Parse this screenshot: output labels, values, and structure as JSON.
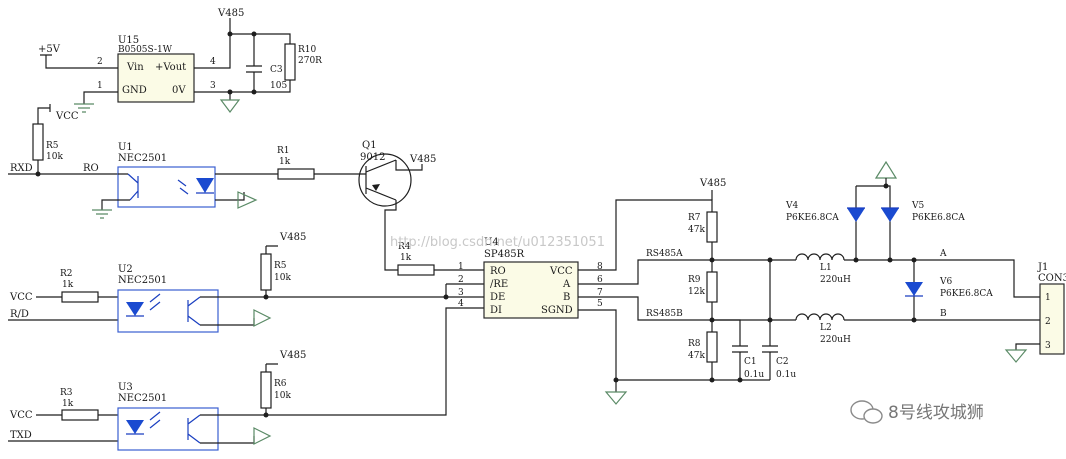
{
  "colors": {
    "wire": "#1e1e1e",
    "component_blue": "#1a4ad0",
    "chip_fill": "#fbfbe6"
  },
  "power": {
    "v485": "V485",
    "p5v": "+5V",
    "vcc": "VCC"
  },
  "u15": {
    "ref": "U15",
    "part": "B0505S-1W",
    "pin_vin": "Vin",
    "pin_gnd": "GND",
    "pin_vout": "+Vout",
    "pin_0v": "0V",
    "pin2": "2",
    "pin1": "1",
    "pin4": "4",
    "pin3": "3"
  },
  "c3": {
    "ref": "C3",
    "value": "105"
  },
  "r10": {
    "ref": "R10",
    "value": "270R"
  },
  "r5_top": {
    "ref": "R5",
    "value": "10k"
  },
  "u1": {
    "ref": "U1",
    "part": "NEC2501"
  },
  "signals": {
    "rxd": "RXD",
    "ro": "RO",
    "rd": "R/D",
    "txd": "TXD",
    "rs485a": "RS485A",
    "rs485b": "RS485B",
    "a": "A",
    "b": "B"
  },
  "r1": {
    "ref": "R1",
    "value": "1k"
  },
  "q1": {
    "ref": "Q1",
    "part": "9012"
  },
  "r4": {
    "ref": "R4",
    "value": "1k"
  },
  "u2": {
    "ref": "U2",
    "part": "NEC2501"
  },
  "r2": {
    "ref": "R2",
    "value": "1k"
  },
  "r5": {
    "ref": "R5",
    "value": "10k"
  },
  "u3": {
    "ref": "U3",
    "part": "NEC2501"
  },
  "r3": {
    "ref": "R3",
    "value": "1k"
  },
  "r6": {
    "ref": "R6",
    "value": "10k"
  },
  "u4": {
    "ref": "U4",
    "part": "SP485R",
    "pins_left": [
      {
        "num": "1",
        "name": "RO"
      },
      {
        "num": "2",
        "name": "/RE"
      },
      {
        "num": "3",
        "name": "DE"
      },
      {
        "num": "4",
        "name": "DI"
      }
    ],
    "pins_right": [
      {
        "num": "8",
        "name": "VCC"
      },
      {
        "num": "6",
        "name": "A"
      },
      {
        "num": "7",
        "name": "B"
      },
      {
        "num": "5",
        "name": "SGND"
      }
    ]
  },
  "r7": {
    "ref": "R7",
    "value": "47k"
  },
  "r9": {
    "ref": "R9",
    "value": "12k"
  },
  "r8": {
    "ref": "R8",
    "value": "47k"
  },
  "c1": {
    "ref": "C1",
    "value": "0.1u"
  },
  "c2": {
    "ref": "C2",
    "value": "0.1u"
  },
  "l1": {
    "ref": "L1",
    "value": "220uH"
  },
  "l2": {
    "ref": "L2",
    "value": "220uH"
  },
  "v4": {
    "ref": "V4",
    "part": "P6KE6.8CA"
  },
  "v5": {
    "ref": "V5",
    "part": "P6KE6.8CA"
  },
  "v6": {
    "ref": "V6",
    "part": "P6KE6.8CA"
  },
  "j1": {
    "ref": "J1",
    "part": "CON3",
    "pin1": "1",
    "pin2": "2",
    "pin3": "3"
  },
  "watermark": "http://blog.csdn.net/u012351051",
  "brand": "8号线攻城狮"
}
